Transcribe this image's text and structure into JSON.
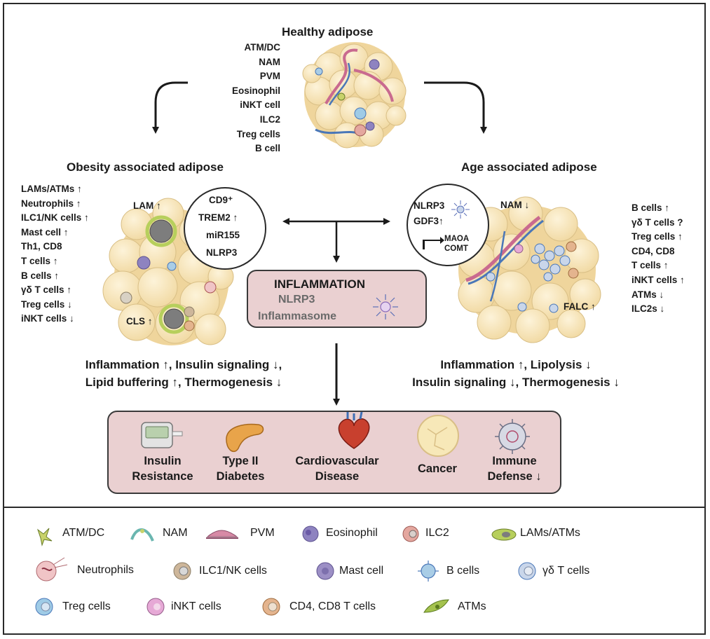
{
  "healthy": {
    "title": "Healthy adipose",
    "cells": [
      "ATM/DC",
      "NAM",
      "PVM",
      "Eosinophil",
      "iNKT cell",
      "ILC2",
      "Treg cells",
      "B cell"
    ]
  },
  "obesity": {
    "title": "Obesity associated adipose",
    "cells": [
      "LAMs/ATMs ↑",
      "Neutrophils ↑",
      "ILC1/NK cells ↑",
      "Mast cell ↑",
      "Th1, CD8",
      "T cells ↑",
      "B cells ↑",
      "γδ T cells ↑",
      "Treg cells ↓",
      "iNKT cells ↓"
    ],
    "lam_label": "LAM ↑",
    "cls_label": "CLS ↑",
    "circle": [
      "CD9⁺",
      "TREM2 ↑",
      "miR155",
      "NLRP3"
    ],
    "effects": [
      "Inflammation ↑, Insulin signaling ↓,",
      "Lipid buffering ↑, Thermogenesis ↓"
    ]
  },
  "aging": {
    "title": "Age associated adipose",
    "cells": [
      "B cells ↑",
      "γδ T cells ?",
      "Treg cells ↑",
      "CD4, CD8",
      "T cells ↑",
      "iNKT cells ↑",
      "ATMs ↓",
      "ILC2s ↓"
    ],
    "nam_label": "NAM ↓",
    "falc_label": "FALC ↑",
    "circle": [
      "NLRP3",
      "GDF3↑",
      "MAOA",
      "COMT"
    ],
    "effects": [
      "Inflammation ↑, Lipolysis ↓",
      "Insulin signaling ↓, Thermogenesis ↓"
    ]
  },
  "inflammation": {
    "title": "INFLAMMATION",
    "line1": "NLRP3",
    "line2": "Inflammasome"
  },
  "diseases": [
    {
      "line1": "Insulin",
      "line2": "Resistance",
      "icon": "glucose-meter-icon"
    },
    {
      "line1": "Type II",
      "line2": "Diabetes",
      "icon": "pancreas-icon"
    },
    {
      "line1": "Cardiovascular",
      "line2": "Disease",
      "icon": "heart-icon"
    },
    {
      "line1": "Cancer",
      "line2": "",
      "icon": "tumor-cell-icon"
    },
    {
      "line1": "Immune",
      "line2": "Defense ↓",
      "icon": "virus-icon"
    }
  ],
  "legend": [
    {
      "label": "ATM/DC",
      "icon": "atm-dc-icon",
      "color": "#c8d26a"
    },
    {
      "label": "NAM",
      "icon": "nam-icon",
      "color": "#a9d6d2"
    },
    {
      "label": "PVM",
      "icon": "pvm-icon",
      "color": "#d78aa6"
    },
    {
      "label": "Eosinophil",
      "icon": "eosinophil-icon",
      "color": "#8e83c0"
    },
    {
      "label": "ILC2",
      "icon": "ilc2-icon",
      "color": "#e4a79f"
    },
    {
      "label": "LAMs/ATMs",
      "icon": "lam-atm-icon",
      "color": "#b7cf5c"
    },
    {
      "label": "Neutrophils",
      "icon": "neutrophil-icon",
      "color": "#f0c4c6"
    },
    {
      "label": "ILC1/NK cells",
      "icon": "ilc1-nk-icon",
      "color": "#cdb69a"
    },
    {
      "label": "Mast cell",
      "icon": "mast-cell-icon",
      "color": "#9c8fc5"
    },
    {
      "label": "B cells",
      "icon": "b-cell-icon",
      "color": "#a9cde6"
    },
    {
      "label": "γδ T cells",
      "icon": "gd-t-cell-icon",
      "color": "#c9d6ea"
    },
    {
      "label": "Treg cells",
      "icon": "treg-cell-icon",
      "color": "#9fcbe6"
    },
    {
      "label": "iNKT cells",
      "icon": "inkt-cell-icon",
      "color": "#e6a9d6"
    },
    {
      "label": "CD4, CD8 T cells",
      "icon": "cd4-cd8-t-cell-icon",
      "color": "#e4b48e"
    },
    {
      "label": "ATMs",
      "icon": "atm-icon",
      "color": "#a4c24e"
    }
  ],
  "colors": {
    "adipocyte": "#f7e3b5",
    "adipocyte_edge": "#d9bf86",
    "box_pink": "#ead0d1",
    "vessel_red": "#c96a8f",
    "vessel_blue": "#4a77b8"
  }
}
